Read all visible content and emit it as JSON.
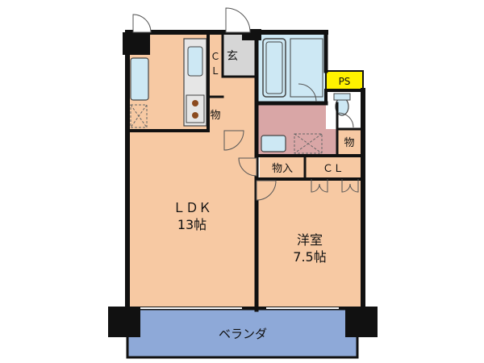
{
  "floorplan": {
    "rooms": {
      "ldk": {
        "name": "ＬＤＫ",
        "size": "13帖"
      },
      "western_room": {
        "name": "洋室",
        "size": "7.5帖"
      },
      "balcony": {
        "name": "ベランダ"
      },
      "entrance": {
        "name": "玄"
      },
      "ps": {
        "name": "PS"
      },
      "storage_top": {
        "name": "物"
      },
      "storage_right": {
        "name": "物"
      },
      "storage_closet": {
        "name": "物入"
      },
      "closet_bedroom": {
        "name": "ＣＬ"
      },
      "closet_kitchen": {
        "name_top": "Ｃ",
        "name_bottom": "Ｌ"
      }
    },
    "colors": {
      "room_fill": "#F7C9A3",
      "wet_area": "#D9A6A6",
      "bath": "#CDE8F4",
      "balcony": "#8EA9D8",
      "ps": "#FFF200",
      "wall": "#111111"
    }
  }
}
